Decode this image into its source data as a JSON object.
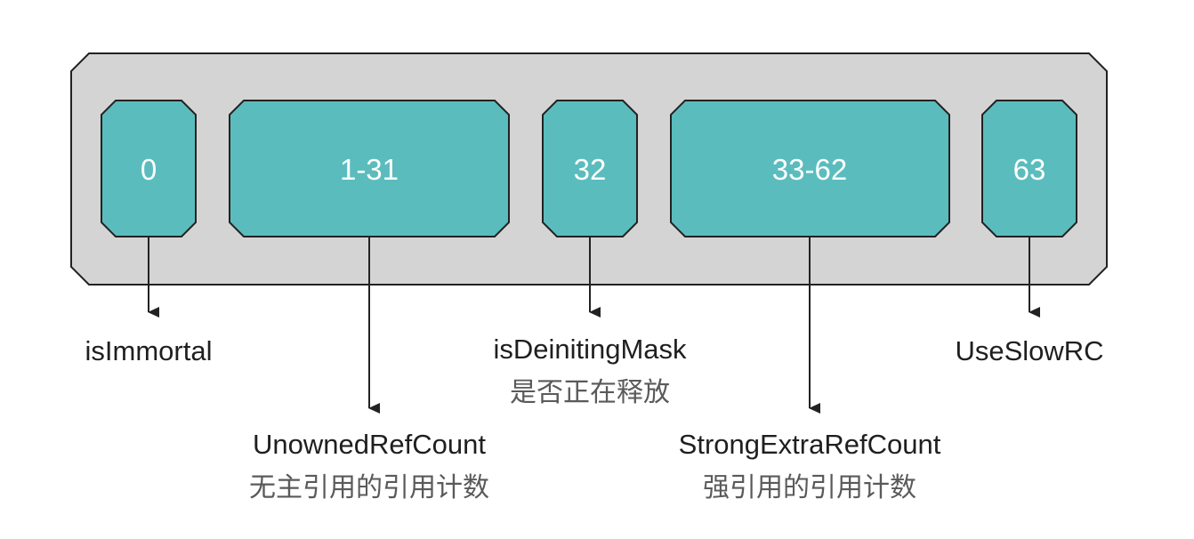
{
  "colors": {
    "container_fill": "#d4d4d4",
    "field_fill": "#5bbcbd",
    "stroke": "#222222",
    "field_text": "#ffffff",
    "label_text": "#1f1f1f",
    "desc_text": "#5a5a5a"
  },
  "fields": [
    {
      "bits": "0",
      "name": "isImmortal",
      "desc": ""
    },
    {
      "bits": "1-31",
      "name": "UnownedRefCount",
      "desc": "无主引用的引用计数"
    },
    {
      "bits": "32",
      "name": "isDeinitingMask",
      "desc": "是否正在释放"
    },
    {
      "bits": "33-62",
      "name": "StrongExtraRefCount",
      "desc": "强引用的引用计数"
    },
    {
      "bits": "63",
      "name": "UseSlowRC",
      "desc": ""
    }
  ]
}
